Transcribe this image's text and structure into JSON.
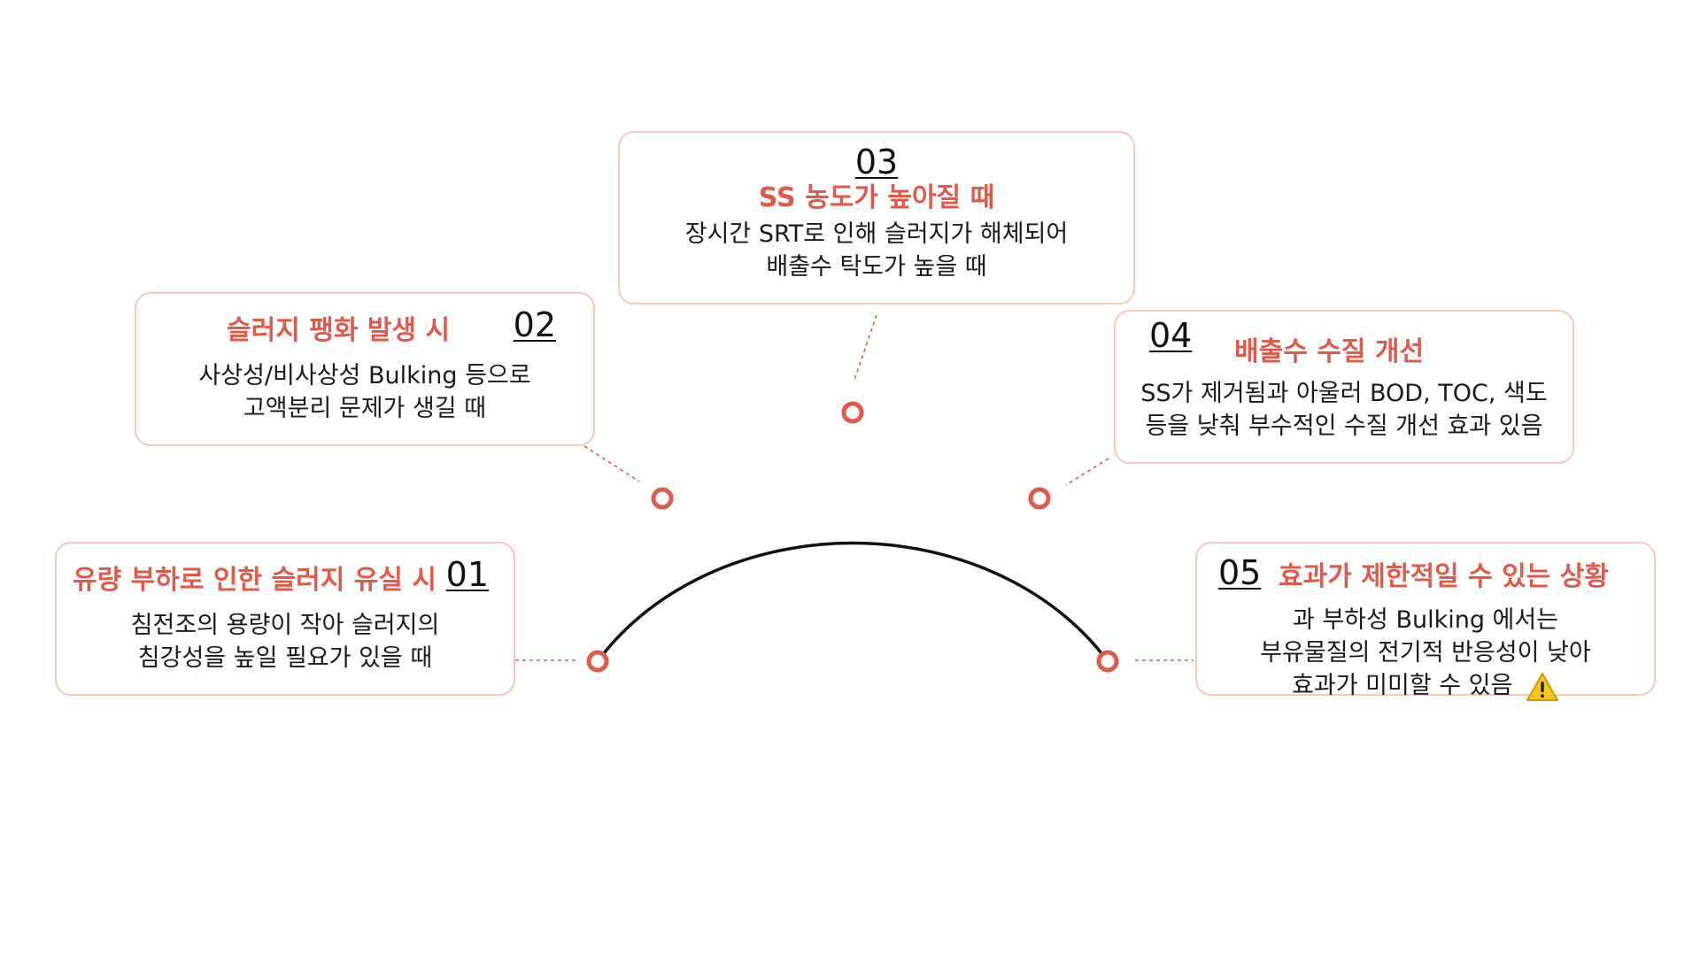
{
  "colors": {
    "accent": "#e05a4b",
    "card_border": "#f6c7bb",
    "arc": "#111111",
    "text": "#1a1a1a"
  },
  "items": [
    {
      "number": "01",
      "title": "유량 부하로 인한 슬러지 유실 시",
      "lines": [
        "침전조의 용량이 작아 슬러지의",
        "침강성을 높일 필요가 있을 때"
      ]
    },
    {
      "number": "02",
      "title": "슬러지 팽화 발생 시",
      "lines": [
        "사상성/비사상성 Bulking 등으로",
        "고액분리 문제가 생길 때"
      ]
    },
    {
      "number": "03",
      "title": "SS 농도가 높아질 때",
      "lines": [
        "장시간 SRT로 인해 슬러지가 해체되어",
        "배출수 탁도가 높을 때"
      ]
    },
    {
      "number": "04",
      "title": "배출수 수질 개선",
      "lines": [
        "SS가 제거됨과 아울러 BOD, TOC, 색도",
        "등을 낮춰 부수적인 수질 개선 효과 있음"
      ]
    },
    {
      "number": "05",
      "title": "효과가 제한적일 수 있는 상황",
      "lines": [
        "과 부하성 Bulking 에서는",
        "부유물질의 전기적 반응성이 낮아",
        "효과가 미미할 수 있음"
      ],
      "icon": "warning-icon"
    }
  ]
}
